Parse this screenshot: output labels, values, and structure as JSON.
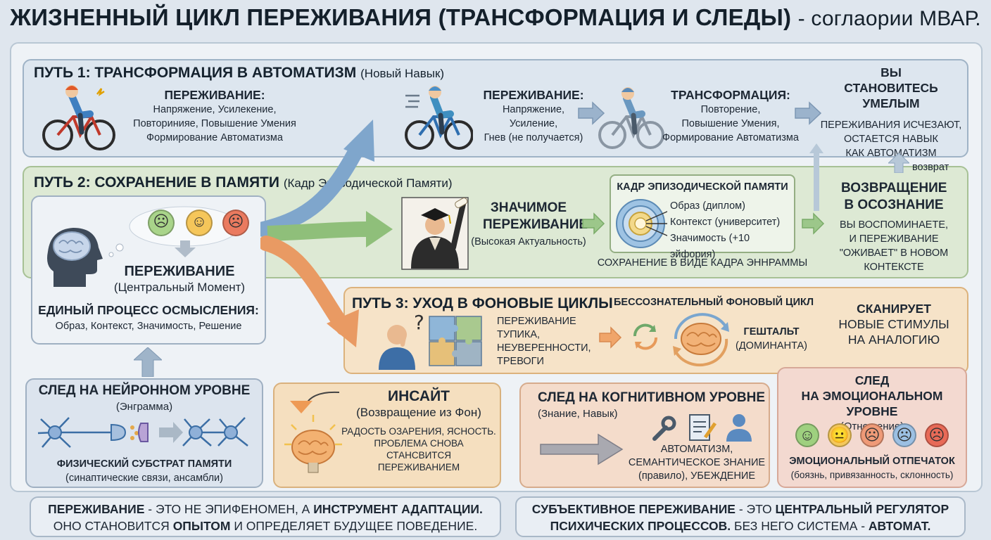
{
  "header": {
    "title": "ЖИЗНЕННЫЙ ЦИКЛ ПЕРЕЖИВАНИЯ (ТРАНСФОРМАЦИЯ И СЛЕДЫ)",
    "subtitle": "- соглаории МВАР."
  },
  "path1": {
    "title": "ПУТЬ 1: ТРАНСФОРМАЦИЯ В АВТОМАТИЗМ",
    "note": "(Новый Навык)",
    "box1_title": "ПЕРЕЖИВАНИЕ:",
    "box1_lines": [
      "Напряжение, Усилекение,",
      "Повторинияе, Повышение Умения",
      "Формирование Автоматизма"
    ],
    "box2_title": "ПЕРЕЖИВАНИЕ:",
    "box2_lines": [
      "Напряжение,",
      "Усиление,",
      "Гнев (не получается)"
    ],
    "box3_title": "ТРАНСФОРМАЦИЯ:",
    "box3_lines": [
      "Повторение,",
      "Повышение Умения,",
      "Формирование Автоматизма"
    ],
    "result_title": "ВЫ СТАНОВИТЕСЬ УМЕЛЫМ",
    "result_lines": [
      "ПЕРЕЖИВАНИЯ ИСЧЕЗАЮТ,",
      "ОСТАЕТСЯ НАВЫК",
      "КАК АВТОМАТИЗМ"
    ],
    "return_label": "возврат"
  },
  "path2": {
    "title": "ПУТЬ 2: СОХРАНЕНИЕ В ПАМЯТИ",
    "note": "(Кадр Эпизодической Памяти)",
    "sig_title": "ЗНАЧИМОЕ ПЕРЕЖИВАНИЕ",
    "sig_note": "(Высокая Актуальность)",
    "frame_title": "КАДР ЭПИЗОДИЧЕСКОЙ ПАМЯТИ",
    "frame_items": [
      "Образ (диплом)",
      "Контекст (университет)",
      "Значимость (+10 эйфория)"
    ],
    "frame_caption": "СОХРАНЕНИЕ В ВИДЕ КАДРА ЭННРАММЫ",
    "return_title": "ВОЗВРАЩЕНИЕ В ОСОЗНАНИЕ",
    "return_lines": [
      "ВЫ ВОСПОМИНАЕТЕ,",
      "И ПЕРЕЖИВАНИЕ",
      "\"ОЖИВАЕТ\" В НОВОМ",
      "КОНТЕКСТЕ"
    ]
  },
  "center": {
    "title": "ПЕРЕЖИВАНИЕ",
    "note": "(Центральный Момент)",
    "process_title": "ЕДИНЫЙ ПРОЦЕСС ОСМЫСЛЕНИЯ:",
    "process_items": "Образ, Контекст, Значимость, Решение"
  },
  "path3": {
    "title": "ПУТЬ 3: УХОД В ФОНОВЫЕ ЦИКЛЫ",
    "exp_lines": [
      "ПЕРЕЖИВАНИЕ",
      "ТУПИКА,",
      "НЕУВЕРЕННОСТИ,",
      "ТРЕВОГИ"
    ],
    "bg_title": "БЕССОЗНАТЕЛЬНЫЙ ФОНОВЫЙ ЦИКЛ",
    "gestalt_lines": [
      "ГЕШТАЛЬТ",
      "(ДОМИНАНТА)"
    ],
    "scan_lines": [
      "СКАНИРУЕТ",
      "НОВЫЕ СТИМУЛЫ",
      "НА АНАЛОГИЮ"
    ]
  },
  "neuron": {
    "title": "СЛЕД НА НЕЙРОННОМ УРОВНЕ",
    "note": "(Энграмма)",
    "caption": "ФИЗИЧЕСКИЙ СУБСТРАТ ПАМЯТИ",
    "caption_note": "(синаптические связи, ансамбли)"
  },
  "insight": {
    "title": "ИНСАЙТ",
    "note": "(Возвращение из Фон)",
    "lines": [
      "РАДОСТЬ ОЗАРЕНИЯ, ЯСНОСТЬ.",
      "ПРОБЛЕМА СНОВА",
      "СТАНСВИТСЯ",
      "ПЕРЕЖИВАНИЕМ"
    ]
  },
  "cognitive": {
    "title": "СЛЕД НА КОГНИТИВНОМ УРОВНЕ",
    "note": "(Знание, Навык)",
    "lines": [
      "АВТОМАТИЗМ,",
      "СЕМАНТИЧЕСКОЕ ЗНАНИЕ",
      "(правило), УБЕЖДЕНИЕ"
    ]
  },
  "emotional": {
    "title_1": "СЛЕД",
    "title_2": "НА ЭМОЦИОНАЛЬНОМ УРОВНЕ",
    "note": "(Отношение)",
    "caption": "ЭМОЦИОНАЛЬНЫЙ ОТПЕЧАТОК",
    "caption_note": "(боязнь, привязанность, склонность)"
  },
  "footer": {
    "left_1a": "ПЕРЕЖИВАНИЕ",
    "left_1b": " - ЭТО НЕ ЭПИФЕНОМЕН, А ",
    "left_1c": "ИНСТРУМЕНТ АДАПТАЦИИ.",
    "left_2a": "ОНО СТАНОВИТСЯ ",
    "left_2b": "ОПЫТОМ",
    "left_2c": " И ОПРЕДЕЛЯЕТ БУДУЩЕЕ ПОВЕДЕНИЕ.",
    "right_1a": "СУБЪЕКТИВНОЕ ПЕРЕЖИВАНИЕ",
    "right_1b": " - ЭТО ",
    "right_1c": "ЦЕНТРАЛЬНЫЙ РЕГУЛЯТОР",
    "right_2a": "ПСИХИЧЕСКИХ ПРОЦЕССОВ.",
    "right_2b": " БЕЗ НЕГО СИСТЕМА - ",
    "right_2c": "АВТОМАТ."
  },
  "colors": {
    "path1_bg": "#dde6ef",
    "path2_bg": "#dde9d4",
    "path3_bg": "#f6e3c8",
    "insight_bg": "#f5dfbf",
    "cognitive_bg": "#f4dccb",
    "emotional_bg": "#f3d9d0"
  }
}
